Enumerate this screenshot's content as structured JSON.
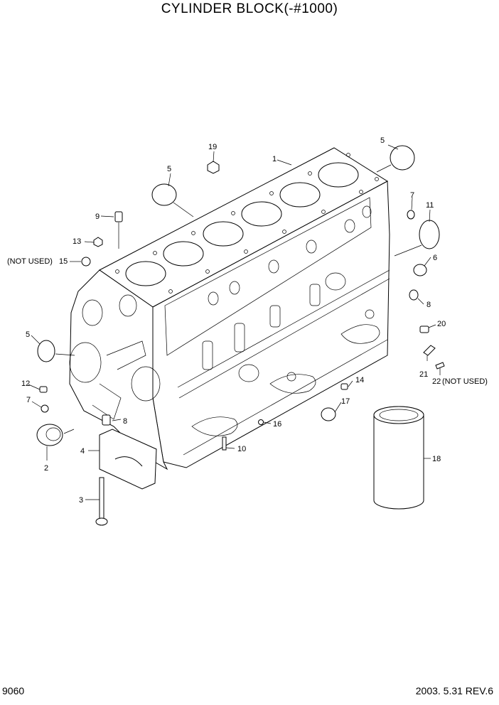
{
  "title": "CYLINDER BLOCK(-#1000)",
  "footer": {
    "page_number": "9060",
    "revision": "2003. 5.31  REV.6"
  },
  "callouts": {
    "c1": "1",
    "c2": "2",
    "c3": "3",
    "c4": "4",
    "c5a": "5",
    "c5b": "5",
    "c5c": "5",
    "c6": "6",
    "c7a": "7",
    "c7b": "7",
    "c8a": "8",
    "c8b": "8",
    "c9": "9",
    "c10": "10",
    "c11": "11",
    "c12": "12",
    "c13": "13",
    "c14": "14",
    "c15": "15",
    "c16": "16",
    "c17": "17",
    "c18": "18",
    "c19": "19",
    "c20": "20",
    "c21": "21",
    "c22": "22"
  },
  "notes": {
    "not_used_15": "(NOT USED)",
    "not_used_22": "(NOT USED)"
  }
}
